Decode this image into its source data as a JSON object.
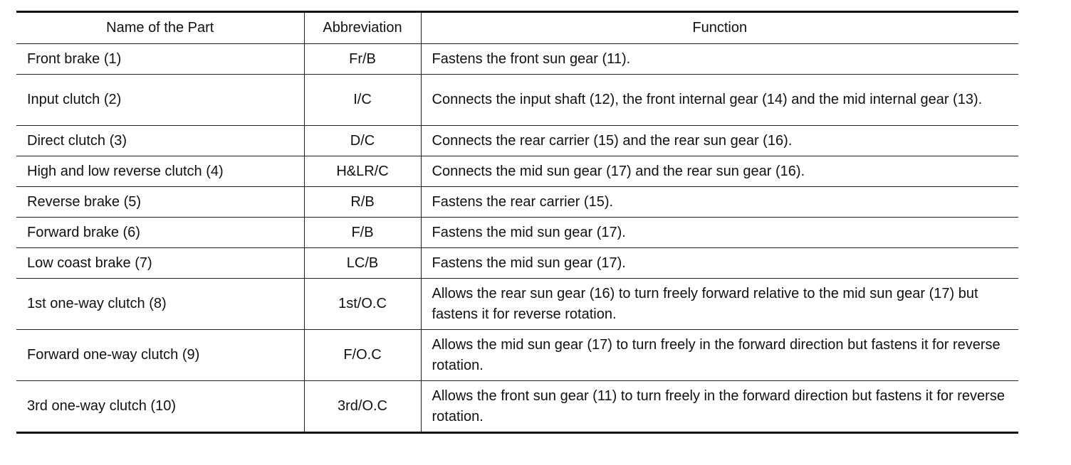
{
  "table": {
    "headers": {
      "name": "Name of the Part",
      "abbreviation": "Abbreviation",
      "function": "Function"
    },
    "rows": [
      {
        "name": "Front brake (1)",
        "abbreviation": "Fr/B",
        "function": "Fastens the front sun gear (11)."
      },
      {
        "name": "Input clutch (2)",
        "abbreviation": "I/C",
        "function": "Connects the input shaft (12), the front internal gear (14) and the mid internal gear (13)."
      },
      {
        "name": "Direct clutch (3)",
        "abbreviation": "D/C",
        "function": "Connects the rear carrier (15) and the rear sun gear (16)."
      },
      {
        "name": "High and low reverse clutch (4)",
        "abbreviation": "H&LR/C",
        "function": "Connects the mid sun gear (17) and the rear sun gear (16)."
      },
      {
        "name": "Reverse brake (5)",
        "abbreviation": "R/B",
        "function": "Fastens the rear carrier (15)."
      },
      {
        "name": "Forward brake (6)",
        "abbreviation": "F/B",
        "function": "Fastens the mid sun gear (17)."
      },
      {
        "name": "Low coast brake (7)",
        "abbreviation": "LC/B",
        "function": "Fastens the mid sun gear (17)."
      },
      {
        "name": "1st one-way clutch (8)",
        "abbreviation": "1st/O.C",
        "function": "Allows the rear sun gear (16) to turn freely forward relative to the mid sun gear (17) but fastens it for reverse rotation."
      },
      {
        "name": "Forward one-way clutch (9)",
        "abbreviation": "F/O.C",
        "function": "Allows the mid sun gear (17) to turn freely in the forward direction but fastens it for reverse rotation."
      },
      {
        "name": "3rd one-way clutch (10)",
        "abbreviation": "3rd/O.C",
        "function": "Allows the front sun gear (11) to turn freely in the forward direction but fastens it for reverse rotation."
      }
    ]
  }
}
